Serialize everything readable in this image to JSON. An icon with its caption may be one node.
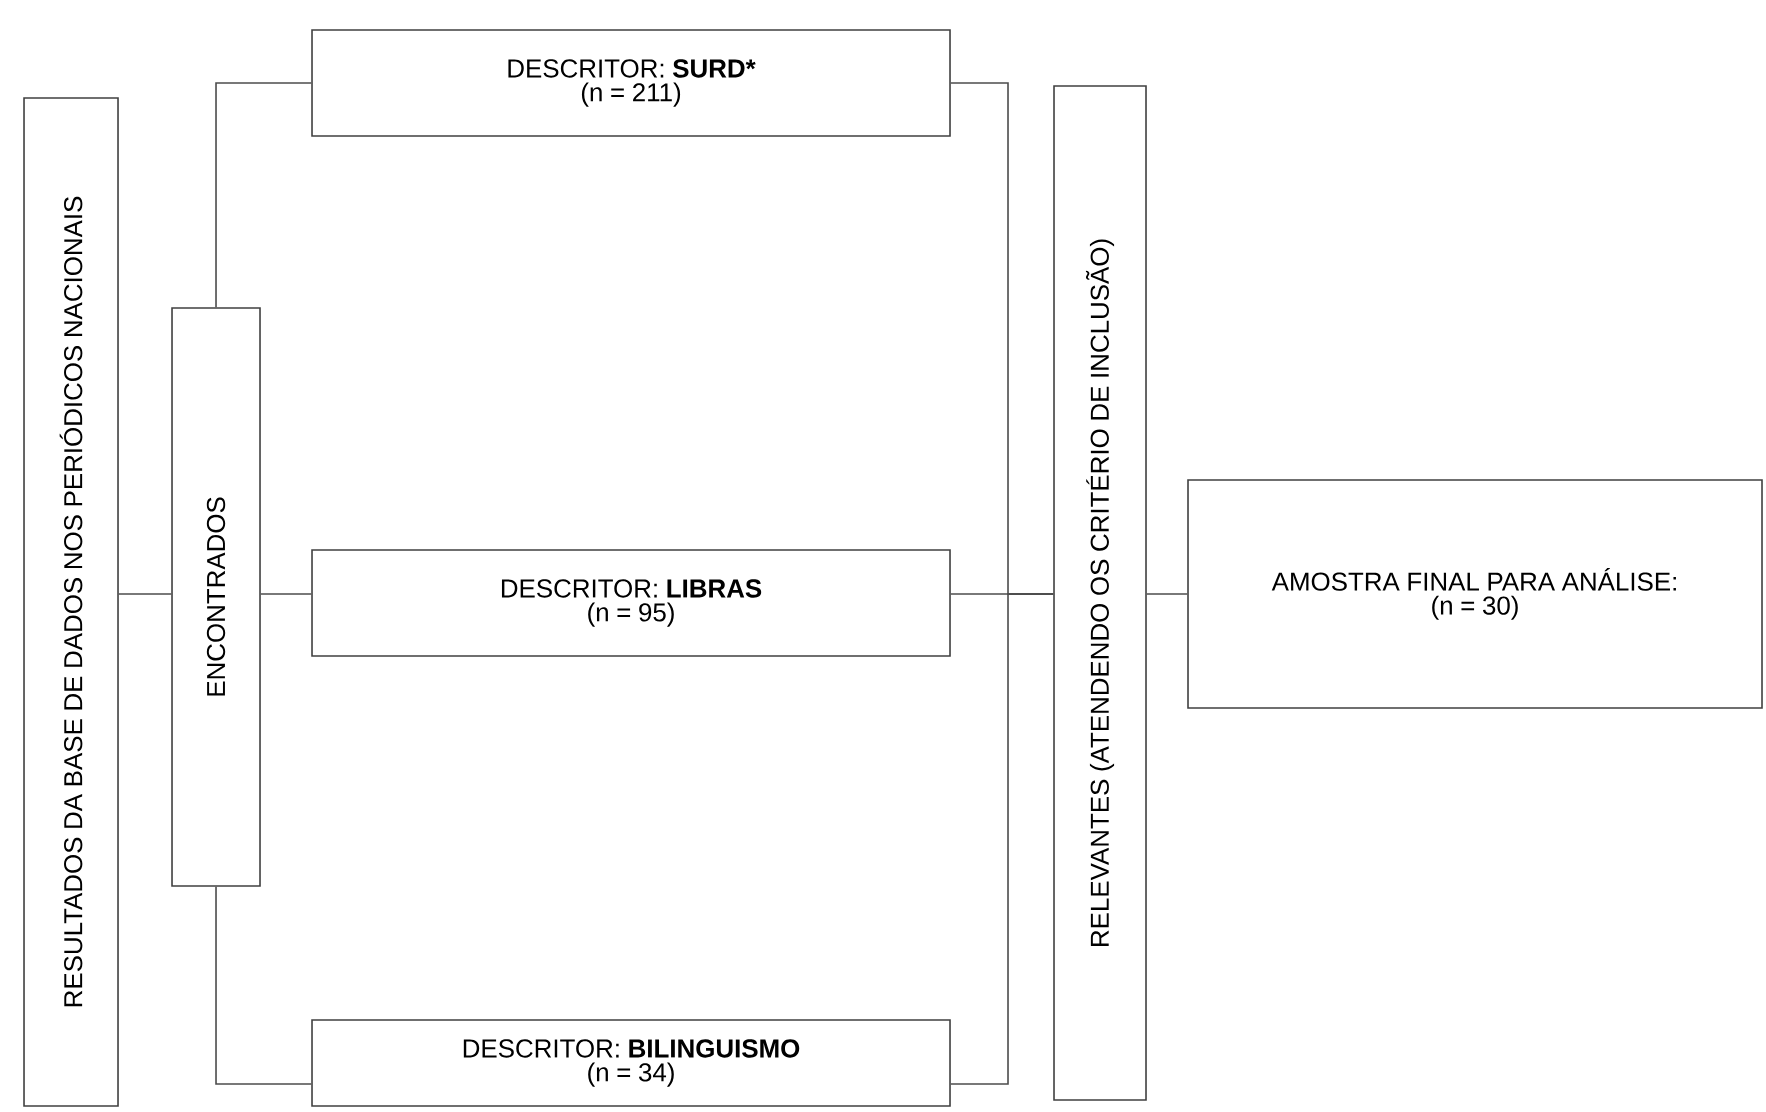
{
  "diagram": {
    "nodes": [
      {
        "text": [
          "RESULTADOS DA BASE DE DADOS NOS PERIÓDICOS NACIONAIS"
        ]
      },
      {
        "text": [
          "ENCONTRADOS"
        ]
      },
      {
        "text": [
          "DESCRITOR:",
          "SURD*",
          "(n = 211)"
        ]
      },
      {
        "text": [
          "DESCRITOR:",
          "LIBRAS",
          "(n = 95)"
        ]
      },
      {
        "text": [
          "DESCRITOR:",
          "BILINGUISMO",
          "(n = 34)"
        ]
      },
      {
        "text": [
          "RELEVANTES (ATENDENDO OS CRITÉRIO DE INCLUSÃO)"
        ]
      },
      {
        "text": [
          "AMOSTRA FINAL PARA ANÁLISE:",
          "(n = 30)"
        ]
      }
    ],
    "edges": [
      {
        "from": 0,
        "to": 1,
        "arrow": "none"
      },
      {
        "from": 1,
        "to": 2,
        "arrow": "none"
      },
      {
        "from": 1,
        "to": 3,
        "arrow": "none"
      },
      {
        "from": 1,
        "to": 4,
        "arrow": "none"
      },
      {
        "from": 2,
        "to": 5,
        "arrow": "none"
      },
      {
        "from": 3,
        "to": 5,
        "arrow": "none"
      },
      {
        "from": 4,
        "to": 5,
        "arrow": "none"
      },
      {
        "from": 5,
        "to": 6,
        "arrow": "none"
      }
    ]
  }
}
